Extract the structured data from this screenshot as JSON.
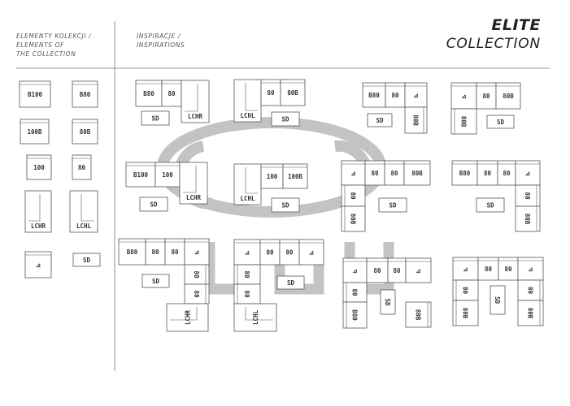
{
  "header": {
    "left_lines": [
      "ELEMENTY KOLEKCJI /",
      "ELEMENTS OF",
      "THE COLLECTION"
    ],
    "mid_lines": [
      "INSPIRACJE /",
      "INSPIRATIONS"
    ],
    "brand_line1": "ELITE",
    "brand_line2": "COLLECTION"
  },
  "colors": {
    "line": "#555555",
    "watermark": "#b9b9b9"
  },
  "labels": {
    "b100": "B100",
    "b80": "B80",
    "m100b": "100B",
    "m80b": "80B",
    "m100": "100",
    "m80": "80",
    "lchr": "LCHR",
    "lchl": "LCHL",
    "sd": "SD",
    "corner_glyph": "⊿"
  }
}
